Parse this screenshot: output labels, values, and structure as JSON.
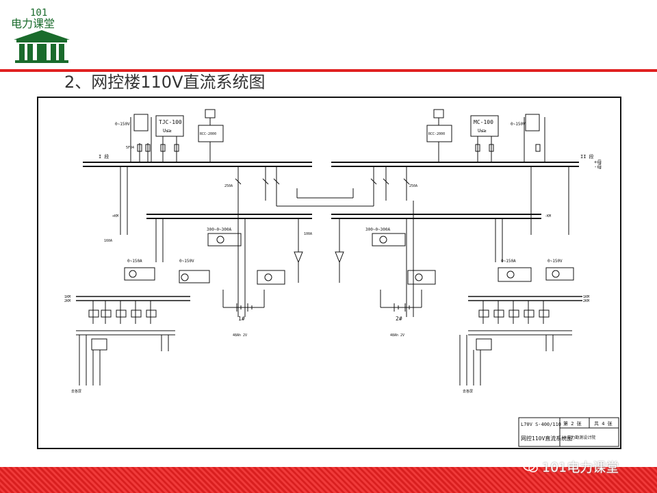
{
  "logo": {
    "text_top": "101",
    "text_main": "电力课堂"
  },
  "slide_title": "2、网控楼110V直流系统图",
  "watermark": {
    "text": "101电力课堂"
  },
  "diagram": {
    "bus1_label": "I 段",
    "bus2_label": "II 段",
    "bus_plus": "+母",
    "bus_minus": "-母",
    "left_device": {
      "label": "TJC-100",
      "sub": "U≤≥"
    },
    "right_device": {
      "label": "MC-100",
      "sub": "U≤≥"
    },
    "small_box": "RCC-2000",
    "meter_v_left": "0~150V",
    "meter_v_right": "0~150V",
    "fuse_label": "5FU4",
    "breaker_250a_left": "250A",
    "breaker_250a_right": "250A",
    "breaker_160a": "160A",
    "breaker_100a": "100A",
    "ammeter_left": "300~0~300A",
    "ammeter_right": "300~0~300A",
    "battery_left": "1#",
    "battery_right": "2#",
    "meter_a_left": "0~150A",
    "meter_a_right": "0~150A",
    "meter_v2_left": "0~150V",
    "meter_v2_right": "0~150V",
    "bus_left_label": "+KM",
    "bus_right_label": "-KM",
    "dist_left": [
      "1KM",
      "2KM"
    ],
    "dist_right": [
      "1KM",
      "2KM"
    ],
    "output_label": "去各屏",
    "battery_spec_left": "48Ah 2V",
    "battery_spec_right": "48Ah 2V"
  },
  "title_block": {
    "line1": "L70V S-400/110",
    "line2": "网控110V直流系统图",
    "sheet": "第 2 张",
    "total": "共 4 张",
    "org": "××电力勘测设计院"
  }
}
